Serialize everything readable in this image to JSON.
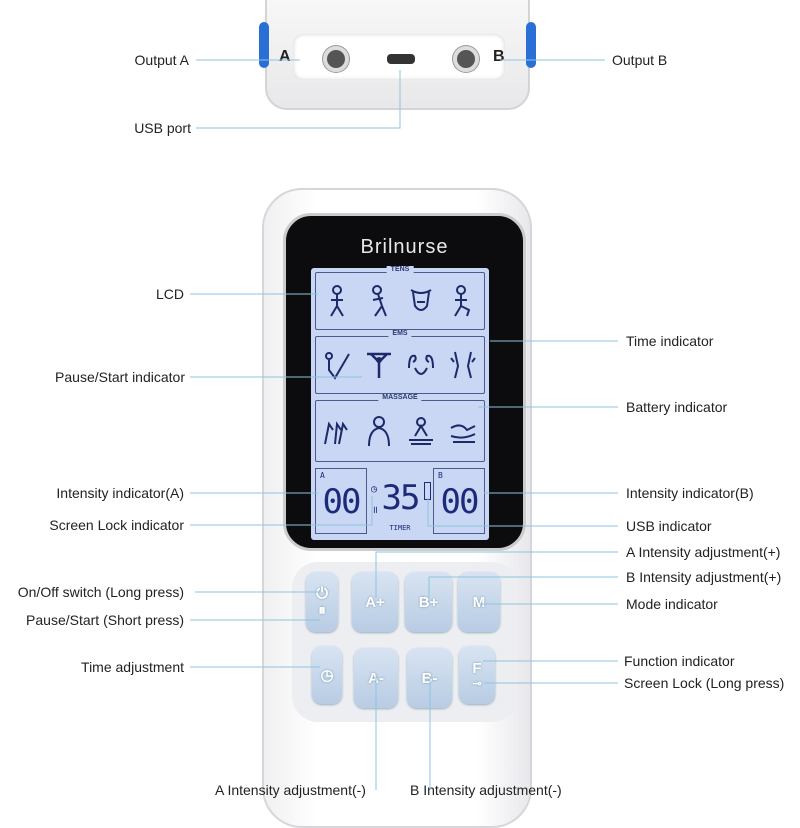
{
  "device": {
    "brand": "Brilnurse",
    "port_labels": {
      "a": "A",
      "b": "B"
    },
    "lcd": {
      "sections": [
        "TENS",
        "EMS",
        "MASSAGE"
      ],
      "intensity_a": "00",
      "timer_value": "35",
      "intensity_b": "00",
      "timer_label": "TIMER",
      "channel_a": "A",
      "channel_b": "B"
    },
    "buttons": {
      "power": "⏻",
      "pause": "⏸",
      "a_plus": "A+",
      "b_plus": "B+",
      "mode": "M",
      "time": "◷",
      "a_minus": "A-",
      "b_minus": "B-",
      "function": "F"
    }
  },
  "labels": {
    "output_a": "Output A",
    "output_b": "Output B",
    "usb_port": "USB port",
    "lcd": "LCD",
    "time_indicator": "Time indicator",
    "pause_start_indicator": "Pause/Start indicator",
    "battery_indicator": "Battery indicator",
    "intensity_indicator_a": "Intensity indicator(A)",
    "intensity_indicator_b": "Intensity indicator(B)",
    "screen_lock_indicator": "Screen Lock indicator",
    "usb_indicator": "USB indicator",
    "a_intensity_plus": "A Intensity adjustment(+)",
    "b_intensity_plus": "B Intensity adjustment(+)",
    "on_off": "On/Off switch (Long press)",
    "mode_indicator": "Mode indicator",
    "pause_start": "Pause/Start (Short press)",
    "function_indicator": "Function indicator",
    "time_adjustment": "Time adjustment",
    "screen_lock": "Screen Lock (Long press)",
    "a_intensity_minus": "A Intensity adjustment(-)",
    "b_intensity_minus": "B Intensity adjustment(-)"
  },
  "colors": {
    "leader_line": "#8cc4e0",
    "lcd_bg": "#c9d7f5",
    "lcd_ink": "#1c2a6a",
    "tab_blue": "#2a6fd6"
  }
}
